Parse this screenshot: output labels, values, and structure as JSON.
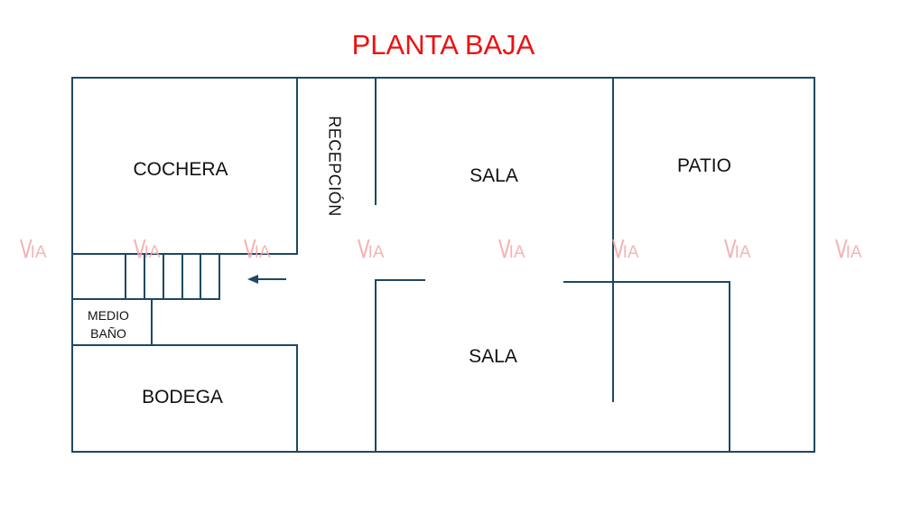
{
  "title": "PLANTA BAJA",
  "rooms": {
    "cochera": "COCHERA",
    "recepcion": "RECEPCIÓN",
    "sala_top": "SALA",
    "patio": "PATIO",
    "medio_bano_line1": "MEDIO",
    "medio_bano_line2": "BAÑO",
    "sala_bottom": "SALA",
    "bodega": "BODEGA"
  },
  "watermark": {
    "brand": "IA"
  },
  "colors": {
    "title": "#ee1111",
    "walls": "#1f4863",
    "watermark": "#f3a9a9"
  }
}
